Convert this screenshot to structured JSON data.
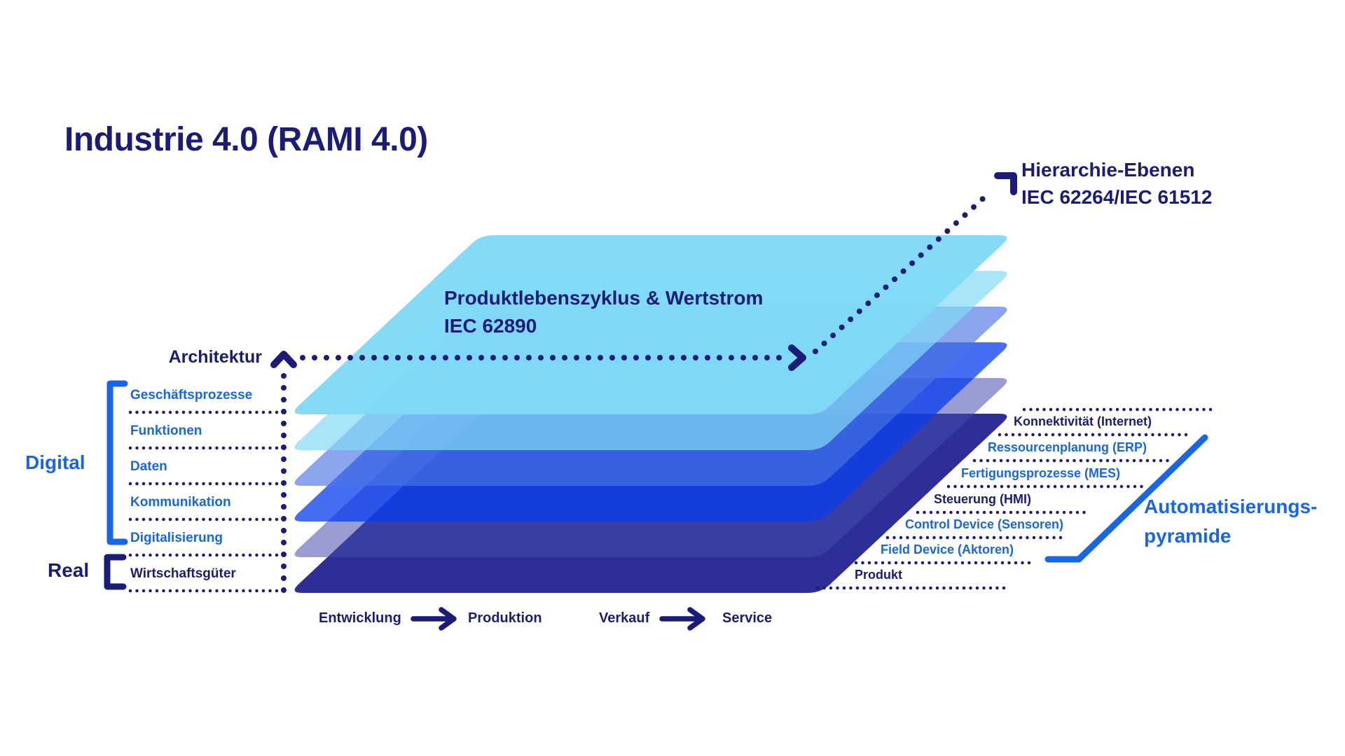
{
  "title": "Industrie 4.0 (RAMI 4.0)",
  "colors": {
    "navy": "#1A1C78",
    "blue": "#1766E8"
  },
  "architecture_axis_label": "Architektur",
  "hierarchy_callout": {
    "line1": "Hierarchie-Ebenen",
    "line2": "IEC 62264/IEC 61512"
  },
  "lifecycle_callout": {
    "line1": "Produktlebenszyklus & Wertstrom",
    "line2": "IEC 62890"
  },
  "group_labels": {
    "digital": "Digital",
    "real": "Real"
  },
  "layers": [
    {
      "name": "Geschäftsprozesse",
      "color": "#84DBF6",
      "label_color": "blue"
    },
    {
      "name": "Funktionen",
      "color": "#A8E5F8",
      "label_color": "blue"
    },
    {
      "name": "Daten",
      "color": "#87A9ED",
      "label_color": "blue"
    },
    {
      "name": "Kommunikation",
      "color": "#466EF3",
      "label_color": "blue"
    },
    {
      "name": "Digitalisierung",
      "color": "#989CCD",
      "label_color": "blue"
    },
    {
      "name": "Wirtschaftsgüter",
      "color": "#2F2F9A",
      "label_color": "navy"
    }
  ],
  "hierarchy_levels": [
    {
      "label": "Konnektivität (Internet)",
      "color": "navy"
    },
    {
      "label": "Ressourcenplanung (ERP)",
      "color": "blue"
    },
    {
      "label": "Fertigungsprozesse (MES)",
      "color": "blue"
    },
    {
      "label": "Steuerung (HMI)",
      "color": "navy"
    },
    {
      "label": "Control Device (Sensoren)",
      "color": "blue"
    },
    {
      "label": "Field Device (Aktoren)",
      "color": "blue"
    },
    {
      "label": "Produkt",
      "color": "navy"
    }
  ],
  "automation_pyramid": {
    "line1": "Automatisierungs-",
    "line2": "pyramide"
  },
  "lifecycle_axis": {
    "stages": [
      {
        "label": "Entwicklung"
      },
      {
        "label": "Produktion"
      },
      {
        "label": "Verkauf"
      },
      {
        "label": "Service"
      }
    ]
  }
}
